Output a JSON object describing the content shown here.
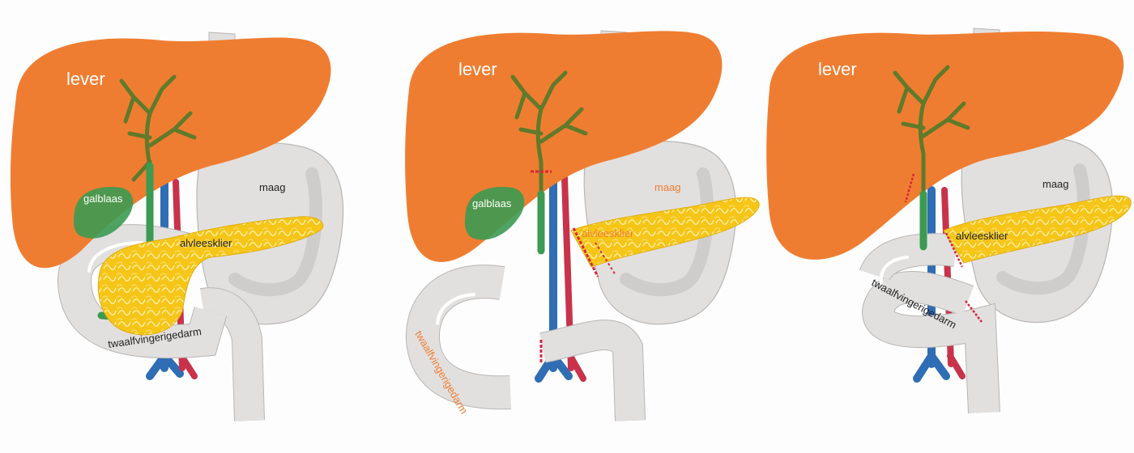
{
  "colors": {
    "liver": "#ef7d31",
    "stomach": "#e2e0df",
    "stomach_inner": "#cfcdcc",
    "pancreas": "#f5c518",
    "gallbladder": "#3c9a52",
    "bile_duct": "#5f7a2a",
    "vein": "#2f6db4",
    "artery": "#c8324a",
    "cut_line": "#d7263d",
    "label_dark": "#222222",
    "label_orange": "#ef7d31"
  },
  "panels": [
    {
      "labels": {
        "liver": "lever",
        "gallbladder": "galblaas",
        "stomach": "maag",
        "pancreas": "alvleesklier",
        "duodenum": "twaalfvingerigedarm"
      }
    },
    {
      "labels": {
        "liver": "lever",
        "gallbladder": "galblaas",
        "stomach": "maag",
        "pancreas": "alvleesklier",
        "duodenum": "twaalfvingerigedarm"
      }
    },
    {
      "labels": {
        "liver": "lever",
        "stomach": "maag",
        "pancreas": "alvleesklier",
        "duodenum": "twaalfvingerigedarm"
      }
    }
  ]
}
